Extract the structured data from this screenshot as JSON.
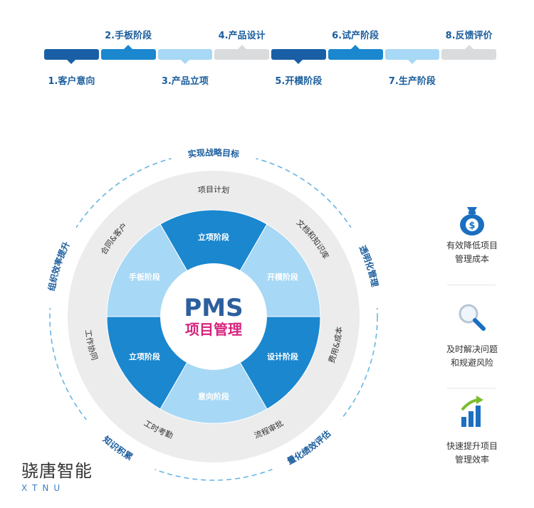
{
  "timeline": {
    "top_labels": [
      "2.手板阶段",
      "4.产品设计",
      "6.试产阶段",
      "8.反馈评价"
    ],
    "bottom_labels": [
      "1.客户意向",
      "3.产品立项",
      "5.开模阶段",
      "7.生产阶段"
    ],
    "bar_colors": [
      "#1a5fa6",
      "#1a87cf",
      "#a7d8f5",
      "#d9dbdd",
      "#1a5fa6",
      "#1a87cf",
      "#a7d8f5",
      "#d9dbdd"
    ]
  },
  "wheel": {
    "center_title": "PMS",
    "center_subtitle": "项目管理",
    "outer_arc_labels": [
      "实现战略目标",
      "透明化管理",
      "量化绩效评估",
      "知识积累",
      "组织效率提升"
    ],
    "ring_labels": [
      "项目计划",
      "文档和知识库",
      "费用&成本",
      "流程审批",
      "工时考勤",
      "工作协同",
      "合同&客户"
    ],
    "inner_segments": [
      {
        "label": "立项阶段",
        "color": "#1a87cf"
      },
      {
        "label": "开模阶段",
        "color": "#a7d8f5"
      },
      {
        "label": "设计阶段",
        "color": "#1a87cf"
      },
      {
        "label": "意向阶段",
        "color": "#a7d8f5"
      },
      {
        "label": "立项阶段",
        "color": "#1a87cf"
      },
      {
        "label": "手板阶段",
        "color": "#a7d8f5"
      }
    ],
    "colors": {
      "blue": "#1a87cf",
      "light_blue": "#a7d8f5",
      "ring_grey": "#ececed",
      "dash": "#67b5e3",
      "pms": "#2c5f9e",
      "accent": "#d6247e"
    }
  },
  "benefits": [
    {
      "icon": "money-bag-icon",
      "text_line1": "有效降低项目",
      "text_line2": "管理成本"
    },
    {
      "icon": "magnifier-icon",
      "text_line1": "及时解决问题",
      "text_line2": "和规避风险"
    },
    {
      "icon": "growth-chart-icon",
      "text_line1": "快速提升项目",
      "text_line2": "管理效率"
    }
  ],
  "brand": {
    "name_cn": "骁唐智能",
    "name_en": "XTNU"
  }
}
